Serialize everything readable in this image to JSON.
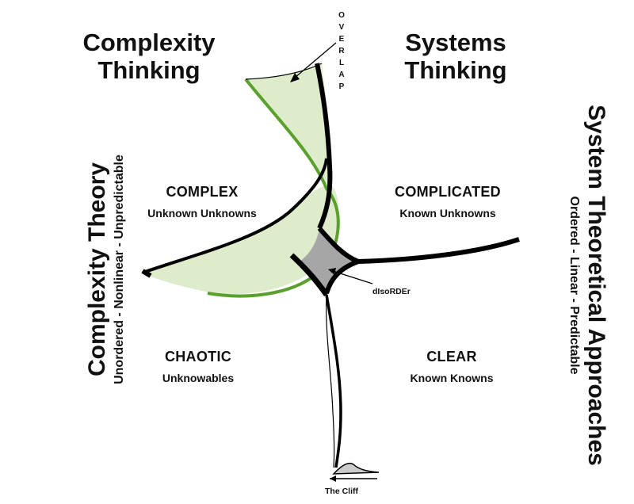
{
  "headings": {
    "complexity_thinking": [
      "Complexity",
      "Thinking"
    ],
    "systems_thinking": [
      "Systems",
      "Thinking"
    ]
  },
  "overlap_letters": [
    "O",
    "V",
    "E",
    "R",
    "L",
    "A",
    "P"
  ],
  "domains": {
    "complex": {
      "title": "COMPLEX",
      "subtitle": "Unknown Unknowns"
    },
    "complicated": {
      "title": "COMPLICATED",
      "subtitle": "Known Unknowns"
    },
    "chaotic": {
      "title": "CHAOTIC",
      "subtitle": "Unknowables"
    },
    "clear": {
      "title": "CLEAR",
      "subtitle": "Known Knowns"
    }
  },
  "disorder_label": "dIsoRDEr",
  "cliff_label": "The Cliff",
  "left_side": {
    "title": "Complexity Theory",
    "subtitle": "Unordered - Nonlinear - Unpredictable"
  },
  "right_side": {
    "title": "System Theoretical Approaches",
    "subtitle": "Ordered - Linear - Predictable"
  },
  "colors": {
    "overlap_fill": "#dfeccc",
    "overlap_stroke": "#5aa02c",
    "disorder_fill": "#a6a6a6",
    "outline": "#000000"
  }
}
